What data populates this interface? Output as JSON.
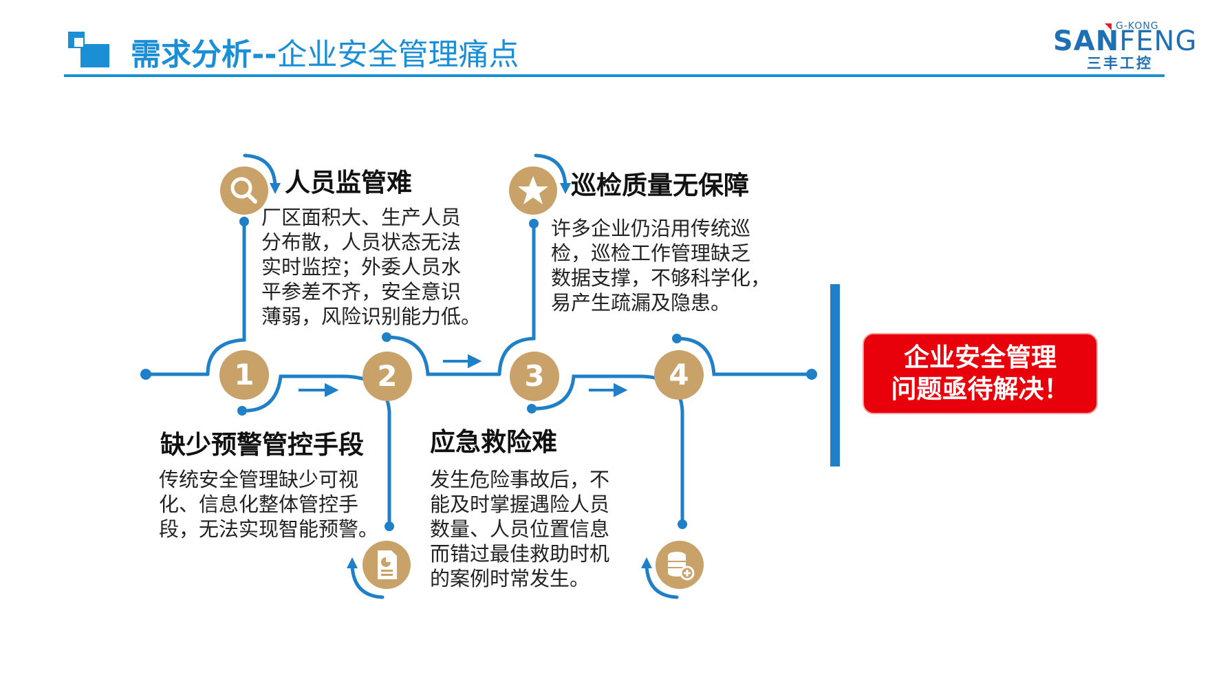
{
  "header": {
    "title_bold": "需求分析--",
    "title_rest": "企业安全管理痛点"
  },
  "logo": {
    "brand_bold": "SAN",
    "brand_light": "FENG",
    "sub": "G-KONG",
    "cn": "三丰工控"
  },
  "steps": [
    {
      "number": "1",
      "heading": "人员监管难",
      "lines": [
        "厂区面积大、生产人员",
        "分布散，人员状态无法",
        "实时监控；外委人员水",
        "平参差不齐，安全意识",
        "薄弱，风险识别能力低。"
      ],
      "icon": "search-icon"
    },
    {
      "number": "2",
      "heading": "缺少预警管控手段",
      "lines": [
        "传统安全管理缺少可视",
        "化、信息化整体管控手",
        "段，无法实现智能预警。"
      ],
      "icon": "document-chart-icon"
    },
    {
      "number": "3",
      "heading": "巡检质量无保障",
      "lines": [
        "许多企业仍沿用传统巡",
        "检，巡检工作管理缺乏",
        "数据支撑，不够科学化，",
        "易产生疏漏及隐患。"
      ],
      "icon": "star-icon"
    },
    {
      "number": "4",
      "heading": "应急救险难",
      "lines": [
        "发生危险事故后，不",
        "能及时掌握遇险人员",
        "数量、人员位置信息",
        "而错过最佳救助时机",
        "的案例时常发生。"
      ],
      "icon": "database-plus-icon"
    }
  ],
  "conclusion": {
    "line1": "企业安全管理",
    "line2": "问题亟待解决！"
  },
  "colors": {
    "accent_blue": "#1a8fd6",
    "flow_blue": "#1f7fc7",
    "gold": "#c9a26a",
    "alert_red": "#e8000b"
  }
}
